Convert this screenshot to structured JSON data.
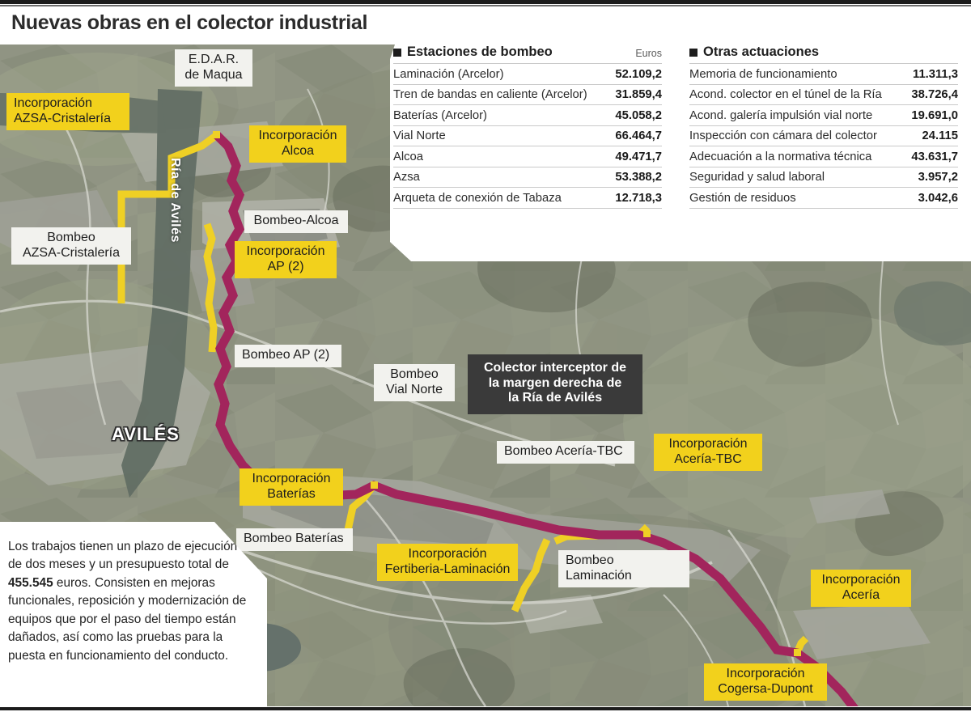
{
  "header": {
    "title": "Nuevas obras en el colector industrial"
  },
  "tables": [
    {
      "id": "estaciones-de-bombeo",
      "bullet": "square-bullet-icon",
      "title": "Estaciones de bombeo",
      "unit": "Euros",
      "rows": [
        {
          "label": "Laminación (Arcelor)",
          "value": "52.109,2"
        },
        {
          "label": "Tren de bandas en caliente (Arcelor)",
          "value": "31.859,4"
        },
        {
          "label": "Baterías (Arcelor)",
          "value": "45.058,2"
        },
        {
          "label": "Vial Norte",
          "value": "66.464,7"
        },
        {
          "label": "Alcoa",
          "value": "49.471,7"
        },
        {
          "label": "Azsa",
          "value": "53.388,2"
        },
        {
          "label": "Arqueta de conexión de Tabaza",
          "value": "12.718,3"
        }
      ]
    },
    {
      "id": "otras-actuaciones",
      "bullet": "square-bullet-icon",
      "title": "Otras actuaciones",
      "unit": "",
      "rows": [
        {
          "label": "Memoria de funcionamiento",
          "value": "11.311,3"
        },
        {
          "label": "Acond. colector en el túnel de la Ría",
          "value": "38.726,4"
        },
        {
          "label": "Acond. galería impulsión vial norte",
          "value": "19.691,0"
        },
        {
          "label": "Inspección con cámara del colector",
          "value": "24.115"
        },
        {
          "label": "Adecuación a la normativa técnica",
          "value": "43.631,7"
        },
        {
          "label": "Seguridad y salud laboral",
          "value": "3.957,2"
        },
        {
          "label": "Gestión de residuos",
          "value": "3.042,6"
        }
      ]
    }
  ],
  "note": {
    "part1": "Los trabajos tienen un plazo de ejecución de dos meses y un presupuesto total de ",
    "highlight": "455.545",
    "part2": " euros. Consisten en mejoras funcionales, reposición y modernización de equipos que por el paso del tiempo están dañados, así como las pruebas para la puesta en funcionamiento del conducto."
  },
  "map": {
    "city_label": "AVILÉS",
    "river_label": "Ría de Avilés",
    "callout": "Colector interceptor de\nla margen derecha de\nla Ría de Avilés",
    "labels": [
      {
        "id": "edar-de-maqua",
        "style": "white",
        "text": "E.D.A.R.\nde Maqua"
      },
      {
        "id": "incorporacion-azsa-cristaleria",
        "style": "yellow",
        "text": "Incorporación\nAZSA-Cristalería"
      },
      {
        "id": "bombeo-azsa-cristaleria",
        "style": "white",
        "text": "Bombeo\nAZSA-Cristalería"
      },
      {
        "id": "incorporacion-alcoa",
        "style": "yellow",
        "text": "Incorporación\nAlcoa"
      },
      {
        "id": "bombeo-alcoa",
        "style": "white",
        "text": "Bombeo-Alcoa"
      },
      {
        "id": "incorporacion-ap-2",
        "style": "yellow",
        "text": "Incorporación\nAP (2)"
      },
      {
        "id": "bombeo-ap-2",
        "style": "white",
        "text": "Bombeo AP (2)"
      },
      {
        "id": "bombeo-vial-norte",
        "style": "white",
        "text": "Bombeo\nVial Norte"
      },
      {
        "id": "incorporacion-baterias",
        "style": "yellow",
        "text": "Incorporación\nBaterías"
      },
      {
        "id": "bombeo-baterias",
        "style": "white",
        "text": "Bombeo Baterías"
      },
      {
        "id": "incorporacion-fertiberia-laminacion",
        "style": "yellow",
        "text": "Incorporación\nFertiberia-Laminación"
      },
      {
        "id": "bombeo-aceria-tbc",
        "style": "white",
        "text": "Bombeo Acería-TBC"
      },
      {
        "id": "incorporacion-aceria-tbc",
        "style": "yellow",
        "text": "Incorporación\nAcería-TBC"
      },
      {
        "id": "bombeo-laminacion",
        "style": "white",
        "text": "Bombeo Laminación"
      },
      {
        "id": "incorporacion-aceria",
        "style": "yellow",
        "text": "Incorporación\nAcería"
      },
      {
        "id": "incorporacion-cogersa-dupont",
        "style": "yellow",
        "text": "Incorporación\nCogersa-Dupont"
      }
    ],
    "colors": {
      "collector_route": "#A01B57",
      "incorporation_route": "#F2D11C",
      "water": "#5d6a63",
      "land": "#8d9280"
    }
  }
}
